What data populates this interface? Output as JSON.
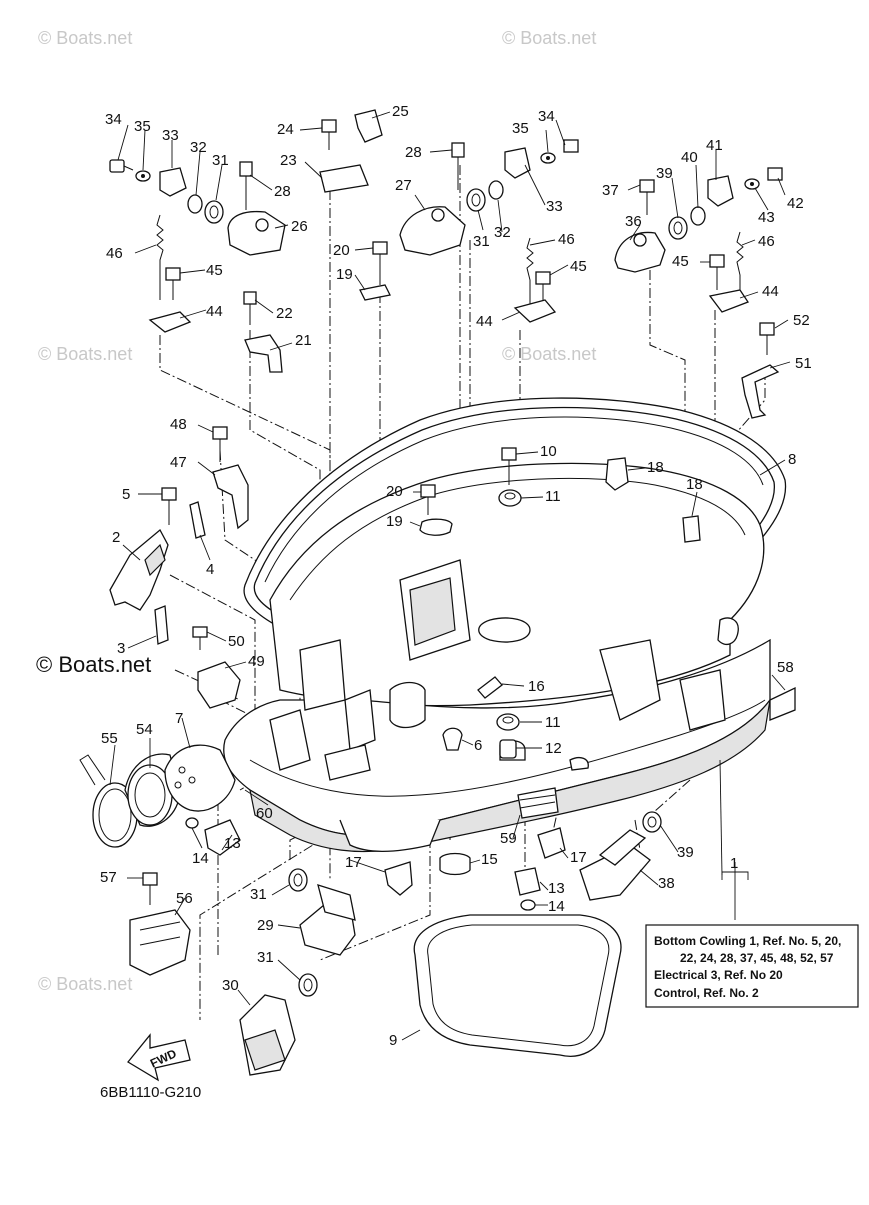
{
  "diagram_code": "6BB1110-G210",
  "watermark": "© Boats.net",
  "fwd_label": "FWD",
  "note": {
    "lines": [
      "Bottom Cowling 1,   Ref. No. 5, 20,",
      "22, 24, 28, 37, 45, 48, 52, 57",
      "Electrical 3,   Ref. No  20",
      "Control,   Ref. No. 2"
    ]
  },
  "callouts": {
    "c1": "1",
    "c2": "2",
    "c3": "3",
    "c4": "4",
    "c5": "5",
    "c6": "6",
    "c7": "7",
    "c8": "8",
    "c9": "9",
    "c10": "10",
    "c11a": "11",
    "c11b": "11",
    "c12": "12",
    "c13a": "13",
    "c13b": "13",
    "c14a": "14",
    "c14b": "14",
    "c15": "15",
    "c16": "16",
    "c17a": "17",
    "c17b": "17",
    "c18a": "18",
    "c18b": "18",
    "c19a": "19",
    "c19b": "19",
    "c20a": "20",
    "c20b": "20",
    "c21": "21",
    "c22": "22",
    "c23": "23",
    "c24": "24",
    "c25": "25",
    "c26": "26",
    "c27": "27",
    "c28a": "28",
    "c28b": "28",
    "c29": "29",
    "c30": "30",
    "c31a": "31",
    "c31b": "31",
    "c31c": "31",
    "c31d": "31",
    "c32a": "32",
    "c32b": "32",
    "c33a": "33",
    "c33b": "33",
    "c34a": "34",
    "c34b": "34",
    "c35a": "35",
    "c35b": "35",
    "c36": "36",
    "c37": "37",
    "c38": "38",
    "c39a": "39",
    "c39b": "39",
    "c40": "40",
    "c41": "41",
    "c42": "42",
    "c43": "43",
    "c44a": "44",
    "c44b": "44",
    "c44c": "44",
    "c45a": "45",
    "c45b": "45",
    "c45c": "45",
    "c46a": "46",
    "c46b": "46",
    "c46c": "46",
    "c47": "47",
    "c48": "48",
    "c49": "49",
    "c50": "50",
    "c51": "51",
    "c52": "52",
    "c54": "54",
    "c55": "55",
    "c56": "56",
    "c57": "57",
    "c58": "58",
    "c59": "59",
    "c60": "60"
  }
}
